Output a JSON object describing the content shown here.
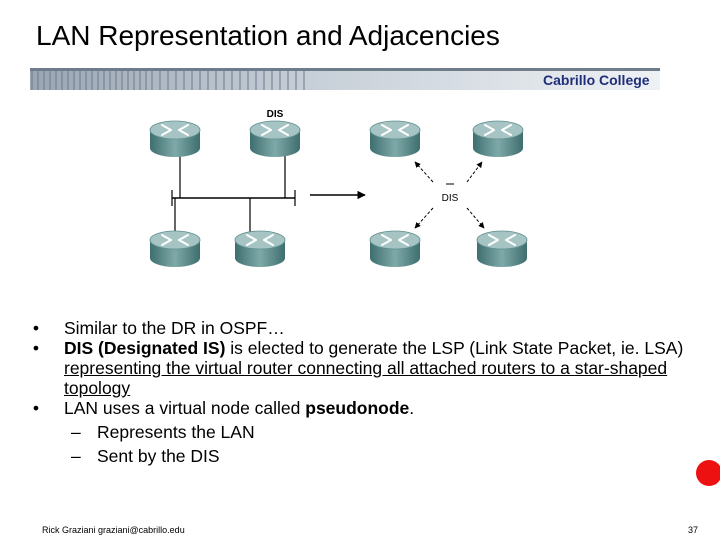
{
  "slide": {
    "title": "LAN Representation and Adjacencies",
    "brand": "Cabrillo College",
    "footer": "Rick Graziani  graziani@cabrillo.edu",
    "page_number": "37"
  },
  "diagram": {
    "left_label": "DIS",
    "right_label": "DIS"
  },
  "bullets": [
    {
      "parts": [
        {
          "text": "Similar to the DR in OSPF…",
          "style": "plain"
        }
      ]
    },
    {
      "parts": [
        {
          "text": "DIS (Designated IS)",
          "style": "bold"
        },
        {
          "text": " is elected to generate the LSP (Link State Packet, ie. LSA) ",
          "style": "plain"
        },
        {
          "text": "representing the virtual router connecting all attached routers to a star-shaped topology",
          "style": "underline"
        }
      ]
    },
    {
      "parts": [
        {
          "text": "LAN uses a virtual node called ",
          "style": "plain"
        },
        {
          "text": "pseudonode",
          "style": "bold"
        },
        {
          "text": ".",
          "style": "plain"
        }
      ],
      "sub": [
        "Represents the LAN",
        "Sent by the DIS"
      ]
    }
  ]
}
